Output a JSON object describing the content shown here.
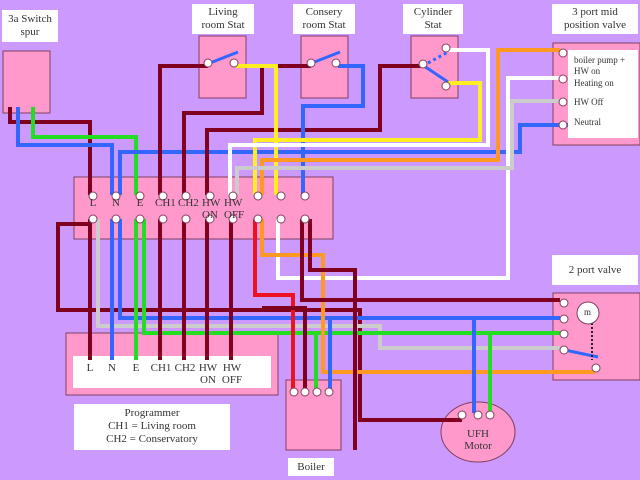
{
  "title": "Heating wiring diagram - 3 port mid position valve with UFH",
  "colors": {
    "background": "#cc99ff",
    "box": "#ff99cc",
    "live": "#800020",
    "neutral": "#3366ff",
    "earth": "#22dd22",
    "yellow": "#ffee22",
    "white": "#ffffff",
    "grey": "#cccccc",
    "orange": "#ff9922",
    "red": "#ee1122"
  },
  "labels": {
    "switch_spur": [
      "3a Switch",
      "spur"
    ],
    "living_stat": [
      "Living",
      "room Stat"
    ],
    "consery_stat": [
      "Consery",
      "room Stat"
    ],
    "cylinder_stat": [
      "Cylinder",
      "Stat"
    ],
    "three_port": [
      "3 port mid",
      "position valve"
    ],
    "two_port": "2 port valve",
    "boiler": "Boiler",
    "ufh_motor": [
      "UFH",
      "Motor"
    ],
    "motor_m": "m",
    "programmer_note": [
      "Programmer",
      "CH1 = Living room",
      "CH2 = Conservatory"
    ]
  },
  "junction_terminals": [
    "L",
    "N",
    "E",
    "CH1",
    "CH2",
    "HW ON",
    "HW OFF",
    "",
    "",
    ""
  ],
  "programmer_terminals": [
    "L",
    "N",
    "E",
    "CH1",
    "CH2",
    "HW ON",
    "HW OFF"
  ],
  "three_port_terminals": [
    "boiler pump + HW on",
    "Heating on",
    "HW Off",
    "Neutral"
  ]
}
